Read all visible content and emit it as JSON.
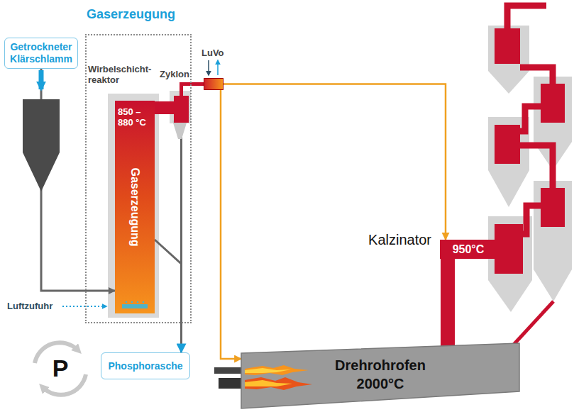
{
  "diagram": {
    "nodes": [
      {
        "text": [
          "Gaserzeugung"
        ]
      },
      {
        "text": [
          "Getrockneter Klärschlamm"
        ]
      },
      {
        "text": [
          "Wirbelschicht-reaktor",
          "850 – 880 °C",
          "Gaserzeugung"
        ],
        "in": 0
      },
      {
        "text": [
          "Zyklon"
        ],
        "in": 0
      },
      {
        "text": [
          "LuVo"
        ]
      },
      {
        "text": [
          "Phosphorasche"
        ]
      },
      {
        "text": [
          "Kalzinator",
          "950°C"
        ]
      },
      {
        "text": [
          "Drehrohrofen",
          "2000°C"
        ]
      }
    ],
    "edges": [
      {
        "from": 1,
        "to": 2,
        "arrow": "to"
      },
      {
        "from": 2,
        "to": 3,
        "arrow": "none"
      },
      {
        "from": 3,
        "to": 2,
        "arrow": "none"
      },
      {
        "from": 3,
        "to": 5,
        "arrow": "to"
      },
      {
        "from": 3,
        "to": 4,
        "arrow": "none"
      },
      {
        "from": 4,
        "to": 6,
        "arrow": "to"
      },
      {
        "from": 4,
        "to": 7,
        "arrow": "to"
      },
      {
        "from": 7,
        "to": 6,
        "arrow": "none"
      }
    ],
    "labels": [
      "Luftzufuhr",
      "P"
    ]
  }
}
